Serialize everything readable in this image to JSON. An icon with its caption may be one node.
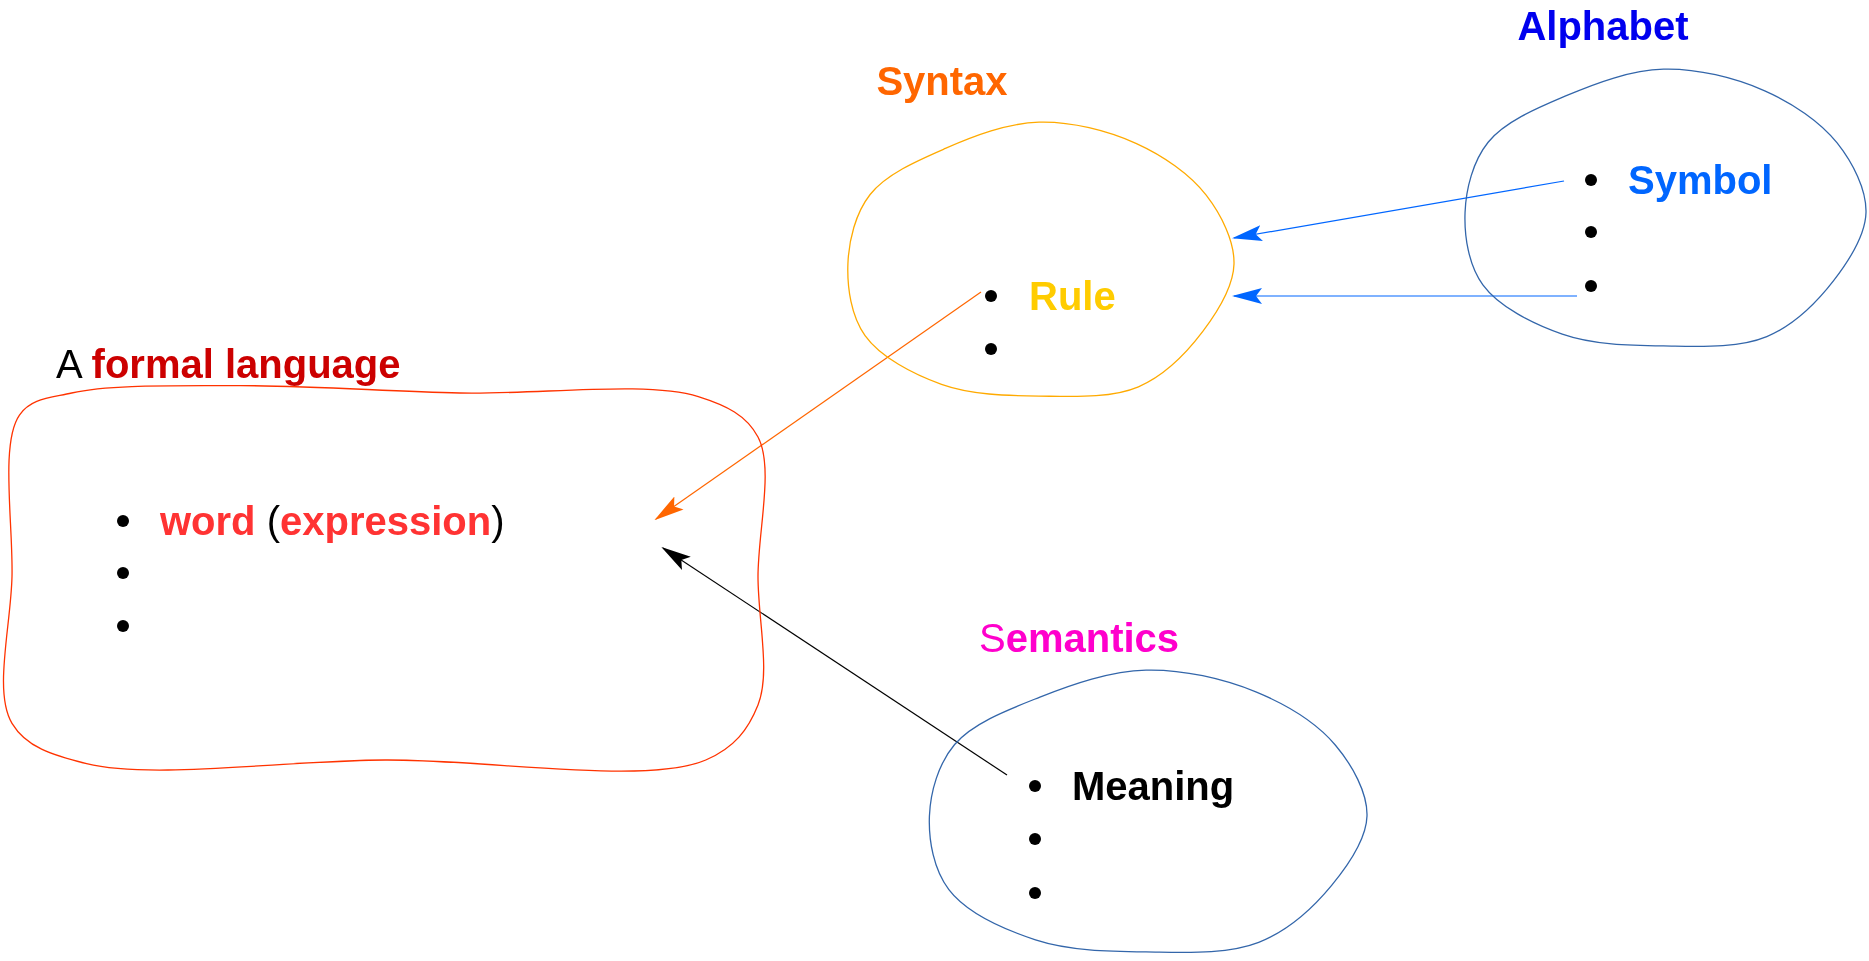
{
  "diagram": {
    "nodes": [
      {
        "text": [
          "A **formal language**",
          "**word**  (**expression**)"
        ]
      },
      {
        "text": [
          "Syntax",
          "Rule"
        ]
      },
      {
        "text": [
          "Alphabet",
          "Symbol"
        ]
      },
      {
        "text": [
          "S**emantics**",
          "Meaning"
        ]
      }
    ],
    "edges": [
      {
        "from": 1,
        "to": 0,
        "arrow": "to",
        "color": "#ff6600"
      },
      {
        "from": 2,
        "to": 1,
        "arrow": "to",
        "color": "#0066ff"
      },
      {
        "from": 2,
        "to": 1,
        "arrow": "to",
        "color": "#0066ff"
      },
      {
        "from": 3,
        "to": 0,
        "arrow": "to",
        "color": "#000000"
      }
    ]
  }
}
